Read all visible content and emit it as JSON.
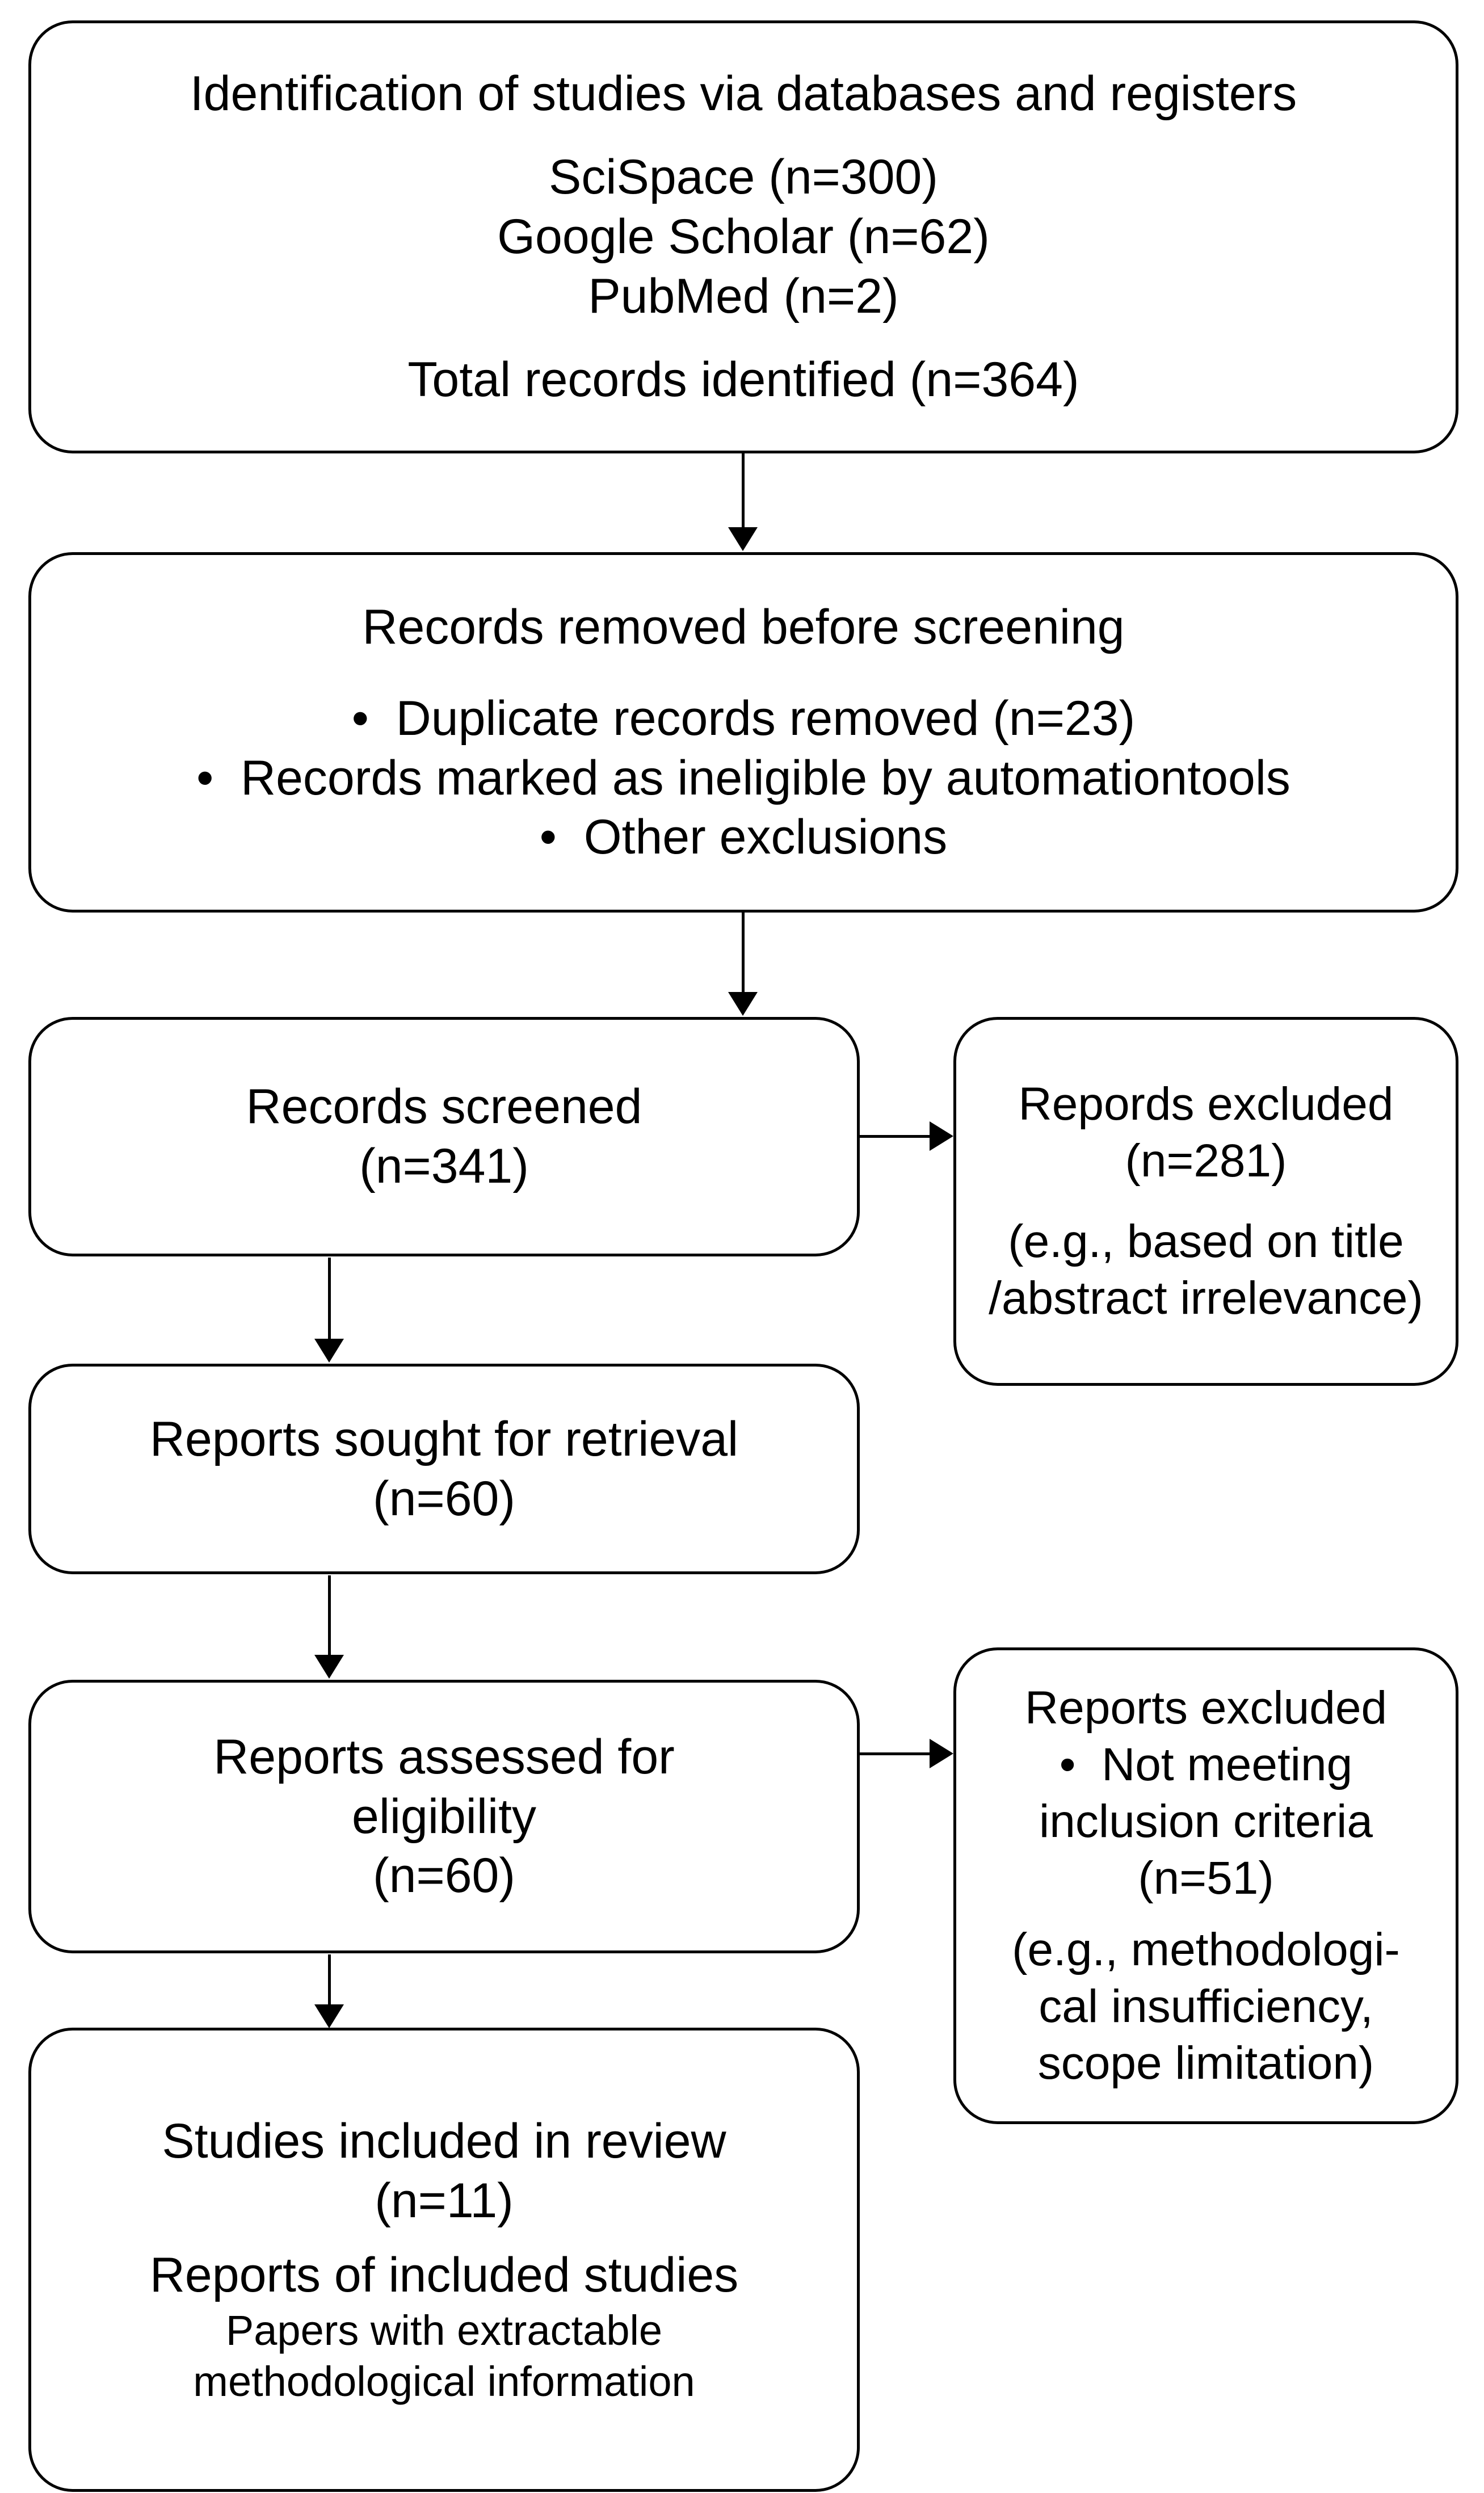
{
  "diagram": {
    "type": "prisma-flow-diagram",
    "background_color": "#ffffff",
    "line_color": "#000000"
  },
  "boxes": {
    "identification": {
      "title": "Identification of studies via databases and registers",
      "sources": [
        "SciSpace (n=300)",
        "Google Scholar (n=62)",
        "PubMed (n=2)"
      ],
      "total": "Total records identified (n=364)"
    },
    "removed_before_screening": {
      "title": "Records removed before screening",
      "items": [
        "•  Duplicate records removed (n=23)",
        "•  Records marked as ineligible by automationtools",
        "•  Other exclusions"
      ]
    },
    "records_screened": {
      "title": "Records screened",
      "count": "(n=341)"
    },
    "excluded_after_screening": {
      "title": "Repords excluded",
      "count": "(n=281)",
      "reason_lines": [
        "(e.g., based on title",
        "/abstract irrelevance)"
      ]
    },
    "reports_sought": {
      "title": "Reports sought for retrieval",
      "count": "(n=60)"
    },
    "reports_assessed": {
      "title_line1": "Reports assessed for",
      "title_line2": "eligibility",
      "count": "(n=60)"
    },
    "excluded_after_eligibility": {
      "title": "Reports excluded",
      "bullet_line1": "•  Not meeting",
      "bullet_line2": "inclusion criteria",
      "count": "(n=51)",
      "reason_lines": [
        "(e.g., methodologi-",
        "cal insufficiency,",
        "scope limitation)"
      ]
    },
    "studies_included": {
      "title": "Studies included in review",
      "count": "(n=11)",
      "subtitle": "Reports of included studies",
      "detail_lines": [
        "Papers with extractable",
        "methodological information"
      ]
    }
  },
  "connectors": {
    "identification_to_removed": "arrow-down",
    "removed_to_screened": "arrow-down",
    "screened_to_excluded": "arrow-right",
    "screened_to_sought": "arrow-down",
    "sought_to_assessed": "arrow-down",
    "assessed_to_excluded": "arrow-right",
    "assessed_to_included": "arrow-down"
  }
}
